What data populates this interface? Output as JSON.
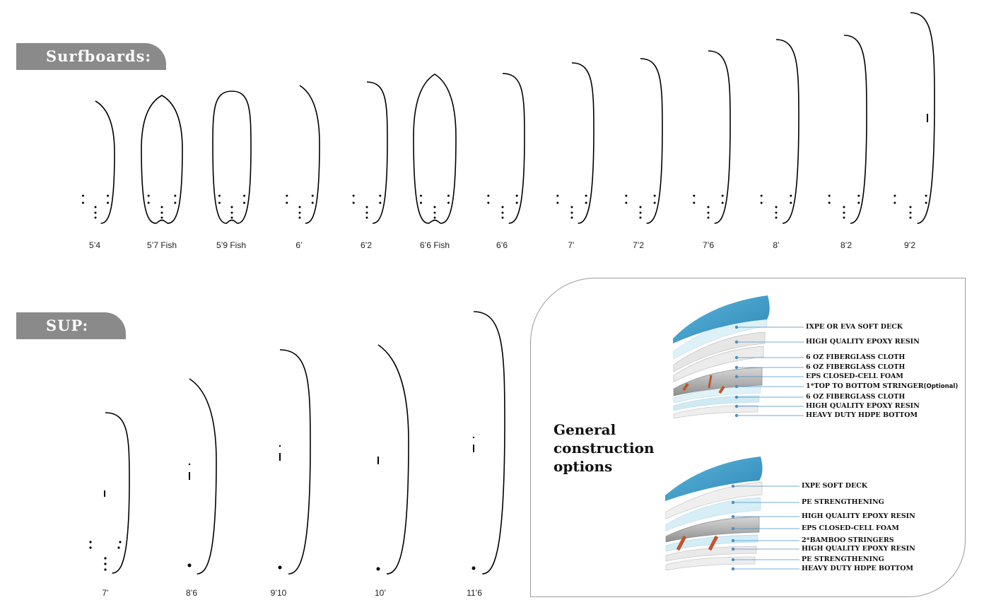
{
  "surfboards": {
    "title": "Surfboards:",
    "sizes": [
      "5’4",
      "5’7 Fish",
      "5’9 Fish",
      "6’",
      "6’2",
      "6’6 Fish",
      "6’6",
      "7’",
      "7’2",
      "7’6",
      "8’",
      "8’2",
      "9’2"
    ]
  },
  "sup": {
    "title": "SUP:",
    "sizes": [
      "7’",
      "8’6",
      "9’10",
      "10’",
      "11’6"
    ]
  },
  "construction": {
    "title": "General\nconstruction\noptions",
    "option_1": {
      "layers": [
        "IXPE  OR EVA SOFT DECK",
        "HIGH QUALITY EPOXY RESIN",
        "6 OZ FIBERGLASS CLOTH",
        "6 OZ FIBERGLASS CLOTH",
        "EPS CLOSED-CELL FOAM",
        "1*TOP TO BOTTOM STRINGER",
        "6 OZ FIBERGLASS CLOTH",
        "HIGH QUALITY EPOXY RESIN",
        "HEAVY DUTY HDPE BOTTOM"
      ],
      "optional_note": "(Optional)"
    },
    "option_2": {
      "layers": [
        "IXPE  SOFT DECK",
        "PE STRENGTHENING",
        "HIGH QUALITY EPOXY RESIN",
        "EPS CLOSED-CELL FOAM",
        "2*BAMBOO STRINGERS",
        "HIGH QUALITY EPOXY RESIN",
        "PE STRENGTHENING",
        "HEAVY DUTY HDPE BOTTOM"
      ]
    }
  },
  "colors": {
    "tab_background": "#8a8a8a",
    "deck_blue": "#3e9ec9",
    "leader_line": "#4a8fc0",
    "stringer": "#c0562c"
  }
}
